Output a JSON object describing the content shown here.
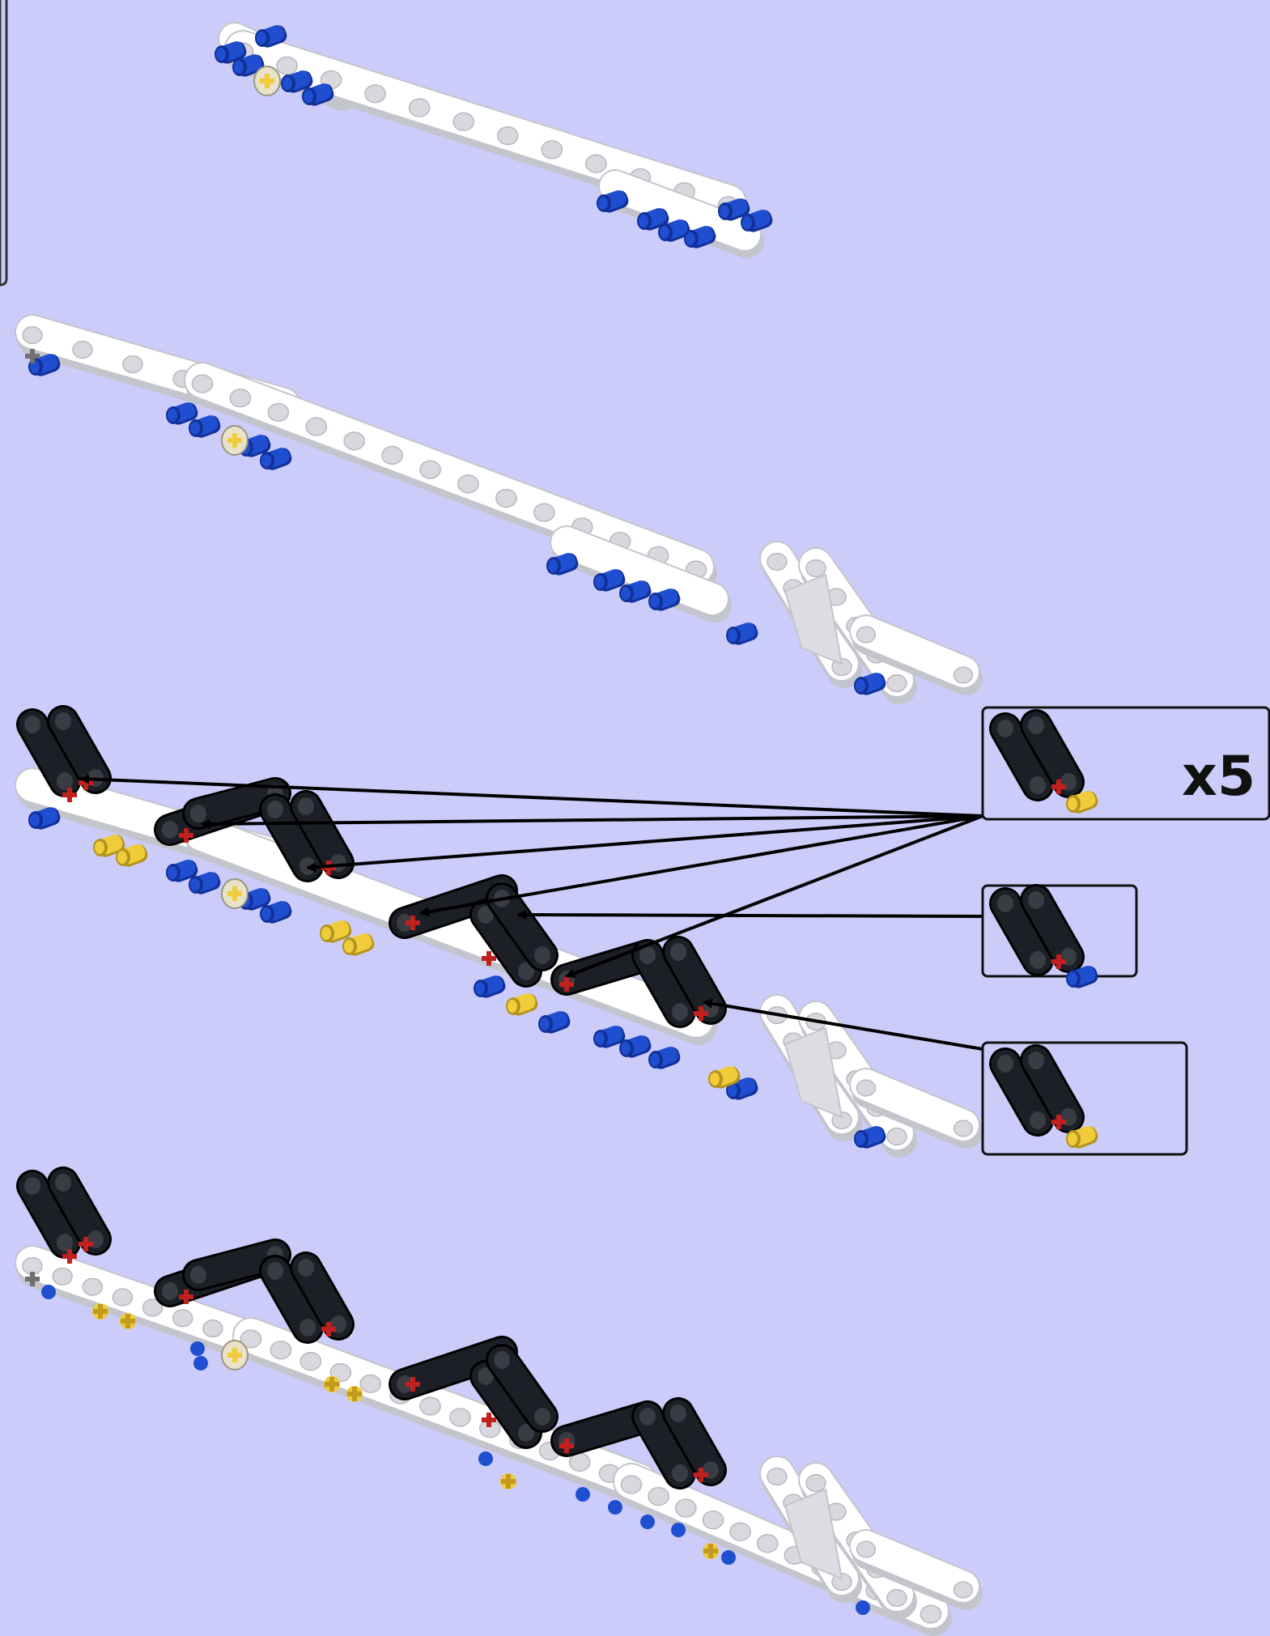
{
  "page": {
    "background": "#ccccfa",
    "type": "building-instructions-page"
  },
  "palette": {
    "beam": "#ffffff",
    "beam_outline": "#c4c4cc",
    "beam_shadow": "#e4e4ea",
    "hole": "#d8d8de",
    "liftarm": "#1d1f26",
    "pin_blue": "#1f4fd0",
    "pin_blue_dark": "#123099",
    "pin_yellow": "#f0cc38",
    "axle_red": "#c21f1f",
    "axle_gray": "#707070",
    "bush_tan": "#e8e2c8",
    "callout_border": "#111111",
    "arrow": "#000000"
  },
  "steps": [
    {
      "id": "subassembly-short-beam",
      "description_icon": "white-beam-with-blue-pins"
    },
    {
      "id": "subassembly-long-beam",
      "description_icon": "white-beam-with-triangle-frame"
    },
    {
      "id": "step-attach-liftarms",
      "description_icon": "beam-with-black-liftarms"
    },
    {
      "id": "result",
      "description_icon": "completed-liftarm-beam"
    }
  ],
  "callouts": [
    {
      "id": "callout-double-liftarm-yellow",
      "quantity": "x5",
      "icon": "double-liftarm-yellow-pin"
    },
    {
      "id": "callout-double-liftarm-blue",
      "quantity": "",
      "icon": "double-liftarm-blue-pin"
    },
    {
      "id": "callout-double-liftarm-yellow-2",
      "quantity": "",
      "icon": "double-liftarm-yellow-pin"
    }
  ]
}
